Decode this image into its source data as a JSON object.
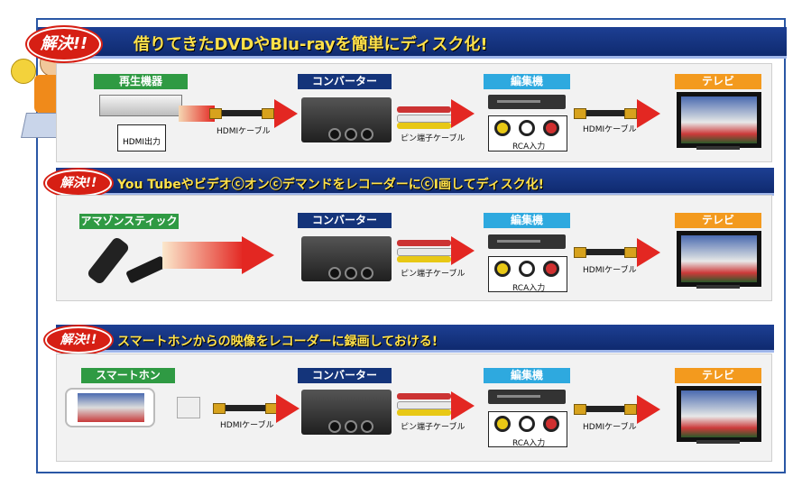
{
  "badge": "解決!!",
  "sections": [
    {
      "title": "借りてきたDVDやBlu-rayを簡単にディスク化!",
      "source_label": "再生機器",
      "converter_label": "コンバーター",
      "editor_label": "編集機",
      "tv_label": "テレビ",
      "hdmi_out": "HDMI出力",
      "cable1": "HDMIケーブル",
      "cable2": "ピン端子ケーブル",
      "rca": "RCA入力",
      "cable3": "HDMIケーブル"
    },
    {
      "title": "You TubeやビデオⓒオンⓒデマンドをレコーダーにⓒI画してディスク化!",
      "source_label": "アマゾンスティック",
      "converter_label": "コンバーター",
      "editor_label": "編集機",
      "tv_label": "テレビ",
      "cable2": "ピン端子ケーブル",
      "rca": "RCA入力",
      "cable3": "HDMIケーブル"
    },
    {
      "title": "スマートホンからの映像をレコーダーに録画しておける!",
      "source_label": "スマートホン",
      "converter_label": "コンバーター",
      "editor_label": "編集機",
      "tv_label": "テレビ",
      "cable1": "HDMIケーブル",
      "cable2": "ピン端子ケーブル",
      "rca": "RCA入力",
      "cable3": "HDMIケーブル"
    }
  ],
  "colors": {
    "banner": "#14347a",
    "title_text": "#ffe14a",
    "badge": "#d61f14",
    "green_label": "#2f9a43",
    "navy_label": "#14347a",
    "cyan_label": "#2ea9df",
    "orange_label": "#f39a1e",
    "arrow": "#e32722"
  }
}
